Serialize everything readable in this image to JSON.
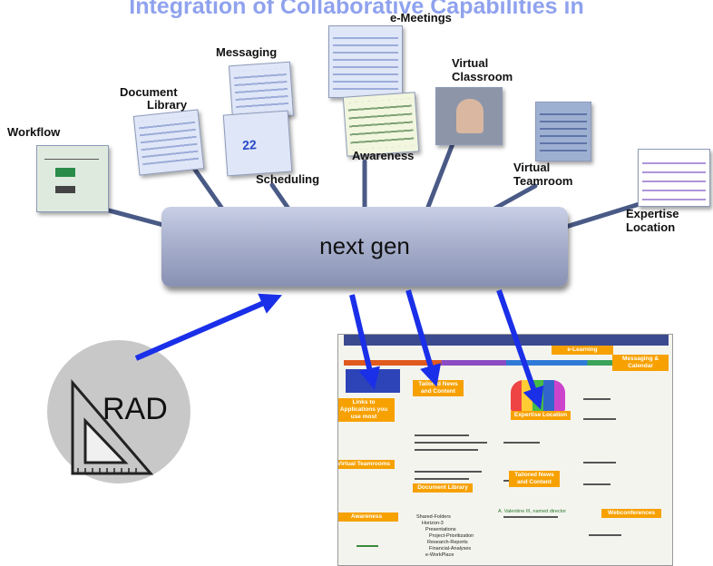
{
  "title": "Integration of Collaborative Capabilities in",
  "hub": {
    "label": "next gen"
  },
  "capabilities": {
    "workflow": "Workflow",
    "document_library_line1": "Document",
    "document_library_line2": "Library",
    "messaging": "Messaging",
    "e_meetings": "e-Meetings",
    "virtual_classroom_line1": "Virtual",
    "virtual_classroom_line2": "Classroom",
    "scheduling": "Scheduling",
    "awareness": "Awareness",
    "virtual_teamroom_line1": "Virtual",
    "virtual_teamroom_line2": "Teamroom",
    "expertise_line1": "Expertise",
    "expertise_line2": "Location"
  },
  "rad": {
    "label": "RAD"
  },
  "portal": {
    "tags": {
      "e_learning": "e-Learning",
      "messaging_calendar": "Messaging & Calendar",
      "links_apps": "Links to Applications you use most",
      "tailored_news_1": "Tailored News and Content",
      "expertise_location": "Expertise Location",
      "virtual_teamrooms": "Virtual Teamrooms",
      "tailored_news_2": "Tailored News and Content",
      "document_library": "Document Library",
      "webconferences": "Webconferences",
      "awareness": "Awareness"
    },
    "tree": {
      "item1": "Shared-Folders",
      "item2": "Horizon-3",
      "item3": "Presentations",
      "item4": "Project-Prioritization",
      "item5": "Research-Reports",
      "item6": "Financial-Analyses",
      "item7": "e-WorkPlace"
    },
    "status_line": "A. Valentine III, named director"
  },
  "colors": {
    "title": "#8fa2ee",
    "arrow": "#1a2fe8",
    "connector": "#4a5a86",
    "tag": "#f7a100"
  }
}
